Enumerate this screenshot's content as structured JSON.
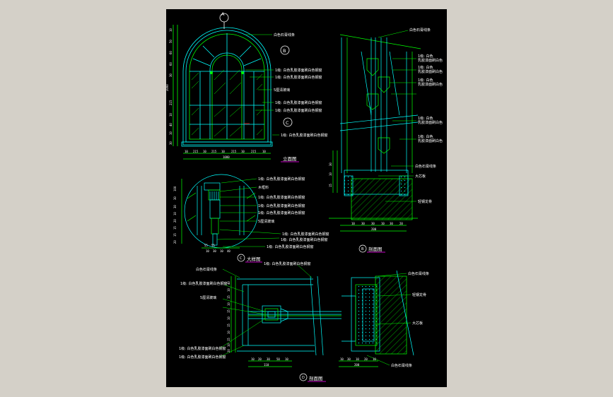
{
  "titles": {
    "elevation": "立面图",
    "section_right": "剖面图",
    "detail": "大样图",
    "section_bottom": "剖面图",
    "marker_a": "A",
    "marker_b": "B",
    "marker_c": "C",
    "marker_d": "D"
  },
  "callouts": {
    "top_elev": "白色石膏线条",
    "elev_1": "1级: 白色乳胶漆面刷白色钢窗",
    "elev_2": "1级: 白色乳胶漆面刷白色钢窗",
    "elev_3": "5厘清玻璃",
    "elev_4": "1级: 白色乳胶漆面刷白色钢窗",
    "elev_5": "1级: 白色乳胶漆面刷白色钢窗",
    "elev_6": "1级: 白色乳胶漆面刷白色钢窗",
    "sec_1": "白色石膏线条",
    "sec_2": "1级: 白色",
    "sec_3": "乳胶漆面刷白色",
    "sec_4": "1级: 白色",
    "sec_5": "乳胶漆面刷白色",
    "sec_6": "1级: 白色",
    "sec_7": "乳胶漆面刷白色",
    "sec_8": "1级: 白色",
    "sec_9": "乳胶漆面刷白色",
    "sec_10": "1级: 白色",
    "sec_11": "乳胶漆面刷白色",
    "sec_12": "白色石膏线条",
    "sec_13": "大芯板",
    "sec_14": "轻钢龙骨",
    "det_1": "1级: 白色乳胶漆面刷白色钢窗",
    "det_2": "木框料",
    "det_3": "1级: 白色乳胶漆面刷白色钢窗",
    "det_4": "1级: 白色乳胶漆面刷白色钢窗",
    "det_5": "1级: 白色乳胶漆面刷白色钢窗",
    "det_6": "5厘清玻璃",
    "det_7": "1级: 白色乳胶漆面刷白色钢窗",
    "det_8": "1级: 白色乳胶漆面刷白色钢窗",
    "det_9": "1级: 白色乳胶漆面刷白色钢窗",
    "bot_1": "白色石膏线条",
    "bot_2": "1级: 白色乳胶漆面刷白色钢窗",
    "bot_3": "1级: 白色乳胶漆面刷白色钢窗",
    "bot_4": "5厘清玻璃",
    "bot_5": "1级: 白色乳胶漆面刷白色钢窗",
    "bot_6": "1级: 白色乳胶漆面刷白色钢窗",
    "bot_7": "白色石膏线条",
    "bot_8": "轻钢龙骨",
    "bot_9": "大芯板",
    "bot_10": "白色石膏线条"
  },
  "dimensions": {
    "elev_bottom": [
      "10",
      "215",
      "10",
      "215",
      "10",
      "215",
      "10",
      "215",
      "10"
    ],
    "elev_total": "1080",
    "elev_left": [
      "10",
      "50",
      "60",
      "60",
      "30",
      "215",
      "10",
      "40",
      "10",
      "30"
    ],
    "elev_height": "2000",
    "sec_bottom": [
      "10",
      "30",
      "30",
      "10",
      "30",
      "20"
    ],
    "sec_total": "200",
    "sec_left": [
      "30",
      "10",
      "15"
    ],
    "det_left": [
      "100",
      "30",
      "30",
      "10",
      "20",
      "15",
      "15",
      "20"
    ],
    "det_bottom": [
      "55",
      "55",
      "10",
      "30",
      "10",
      "40"
    ],
    "bot_left": [
      "40",
      "10",
      "15",
      "10",
      "15",
      "10",
      "15",
      "10",
      "15",
      "10",
      "20"
    ],
    "bot_bottom_a": [
      "10",
      "20",
      "30",
      "50",
      "10"
    ],
    "bot_bottom_a_total": "110",
    "bot_bottom_b": [
      "10",
      "30",
      "10",
      "20",
      "10"
    ],
    "bot_bottom_b_total": "200"
  },
  "colors": {
    "frame": "#00ffff",
    "leader": "#00ff00",
    "hatch": "#00ff00",
    "text": "#ffffff",
    "accent": "#ff00ff",
    "red": "#ff0000",
    "sheet": "#000000",
    "background": "#d4d0c8"
  }
}
